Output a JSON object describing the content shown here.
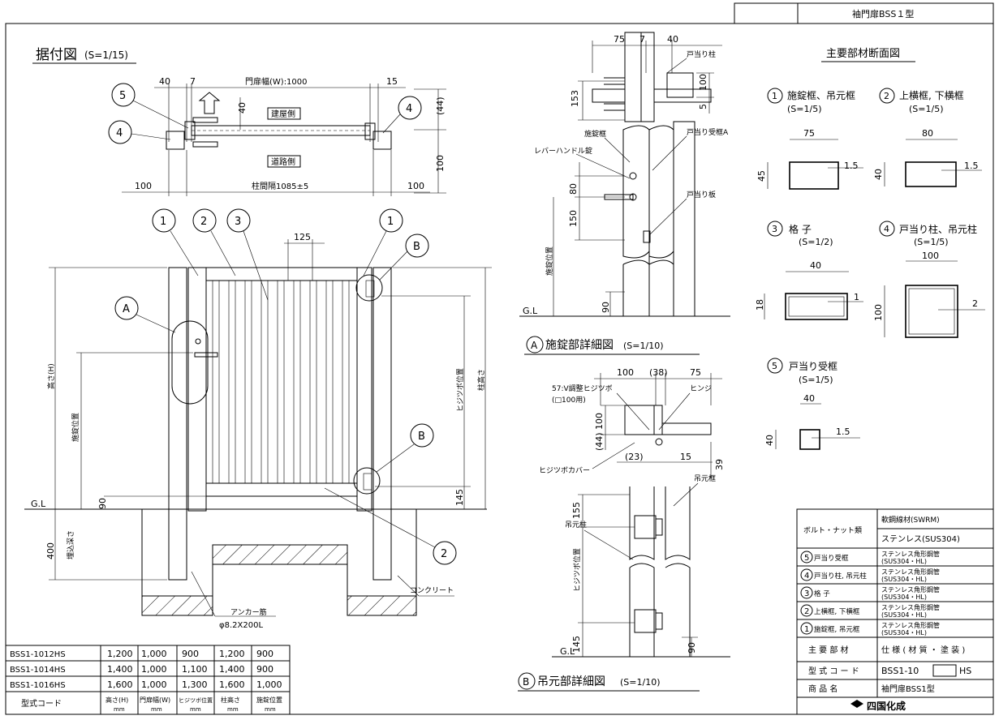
{
  "header": {
    "title": "袖門扉BSS１型"
  },
  "titles": {
    "install": "据付図",
    "install_scale": "(S=1/15)",
    "sections": "主要部材断面図",
    "detail_a": "施錠部詳細図",
    "detail_a_scale": "(S=1/10)",
    "detail_b": "吊元部詳細図",
    "detail_b_scale": "(S=1/10)"
  },
  "plan": {
    "dim_40": "40",
    "dim_7": "7",
    "dim_width": "門扉幅(W):1000",
    "dim_15": "15",
    "dim_44": "(44)",
    "dim_40b": "40",
    "dim_100a": "100",
    "dim_100b": "100",
    "dim_pitch": "柱間隔1085±5",
    "dim_100r": "100",
    "building_side": "建屋側",
    "road_side": "道路側"
  },
  "elev": {
    "dim_125": "125",
    "height": "高さ(H)",
    "lock_pos": "施錠位置",
    "hinge_pos": "ヒジツボ位置",
    "post_h": "柱高さ",
    "gl": "G.L",
    "dim_90": "90",
    "dim_145": "145",
    "dim_400": "400",
    "embed": "埋込深さ",
    "concrete": "コンクリート",
    "anchor": "アンカー筋",
    "anchor_spec": "φ8.2X200L"
  },
  "callouts": {
    "n1": "1",
    "n2": "2",
    "n3": "3",
    "n4": "4",
    "n5": "5",
    "a": "A",
    "b": "B"
  },
  "detail_top": {
    "dim_75": "75",
    "dim_7": "7",
    "dim_40": "40",
    "stop_post": "戸当り柱",
    "dim_153": "153",
    "dim_100": "100",
    "dim_5": "5",
    "lock_frame": "施錠框",
    "stop_frame_a": "戸当り受框A",
    "lever": "レバーハンドル錠",
    "stop_plate": "戸当り板",
    "dim_80": "80",
    "dim_150": "150",
    "lock_pos": "施錠位置",
    "gl": "G.L",
    "dim_90": "90"
  },
  "detail_a": {
    "dim_100": "100",
    "dim_38": "(38)",
    "dim_75": "75",
    "hinge_note1": "57:V調整ヒジツボ",
    "hinge_note2": "(□100用)",
    "hinge": "ヒンジ",
    "dim_100v": "100",
    "dim_44": "(44)",
    "cover": "ヒジツボカバー",
    "dim_23": "(23)",
    "dim_15": "15",
    "dim_39": "39"
  },
  "detail_b": {
    "hang_frame": "吊元框",
    "hang_post": "吊元柱",
    "dim_155": "155",
    "hinge_pos": "ヒジツボ位置",
    "dim_145": "145",
    "gl": "G.L",
    "dim_90": "90"
  },
  "sections": {
    "s1_title": "施錠框、吊元框",
    "s1_scale": "(S=1/5)",
    "s1_w": "75",
    "s1_h": "45",
    "s1_t": "1.5",
    "s2_title": "上横框, 下横框",
    "s2_scale": "(S=1/5)",
    "s2_w": "80",
    "s2_h": "40",
    "s2_t": "1.5",
    "s3_title": "格 子",
    "s3_scale": "(S=1/2)",
    "s3_w": "40",
    "s3_h": "18",
    "s3_t": "1",
    "s4_title": "戸当り柱、吊元柱",
    "s4_scale": "(S=1/5)",
    "s4_w": "100",
    "s4_h": "100",
    "s4_t": "2",
    "s5_title": "戸当り受框",
    "s5_scale": "(S=1/5)",
    "s5_w": "40",
    "s5_h": "40",
    "s5_t": "1.5"
  },
  "spec_table": {
    "bolt_label": "ボルト・ナット類",
    "bolt_spec1": "軟鋼線材(SWRM)",
    "bolt_spec2": "ステンレス(SUS304)",
    "rows": [
      {
        "num": "5",
        "part": "戸当り受框",
        "spec1": "ステンレス角形鋼管",
        "spec2": "(SUS304・HL)"
      },
      {
        "num": "4",
        "part": "戸当り柱, 吊元柱",
        "spec1": "ステンレス角形鋼管",
        "spec2": "(SUS304・HL)"
      },
      {
        "num": "3",
        "part": "格 子",
        "spec1": "ステンレス角形鋼管",
        "spec2": "(SUS304・HL)"
      },
      {
        "num": "2",
        "part": "上横框, 下横框",
        "spec1": "ステンレス角形鋼管",
        "spec2": "(SUS304・HL)"
      },
      {
        "num": "1",
        "part": "施錠框, 吊元框",
        "spec1": "ステンレス角形鋼管",
        "spec2": "(SUS304・HL)"
      }
    ],
    "hdr_part": "主 要 部 材",
    "hdr_spec": "仕 様 ( 材 質 ・ 塗 装 )",
    "model_label": "型 式 コ ー ド",
    "model_code_a": "BSS1-10",
    "model_code_b": "HS",
    "name_label": "商 品 名",
    "name_value": "袖門扉BSS1型",
    "maker": "四国化成"
  },
  "size_table": {
    "rows": [
      [
        "BSS1-1012HS",
        "1,200",
        "1,000",
        "900",
        "1,200",
        "900"
      ],
      [
        "BSS1-1014HS",
        "1,400",
        "1,000",
        "1,100",
        "1,400",
        "900"
      ],
      [
        "BSS1-1016HS",
        "1,600",
        "1,000",
        "1,300",
        "1,600",
        "1,000"
      ]
    ],
    "headers": [
      "型式コード",
      "高さ(H)",
      "門扉幅(W)",
      "ヒジツボ位置",
      "柱高さ",
      "施錠位置"
    ],
    "unit": "mm"
  }
}
